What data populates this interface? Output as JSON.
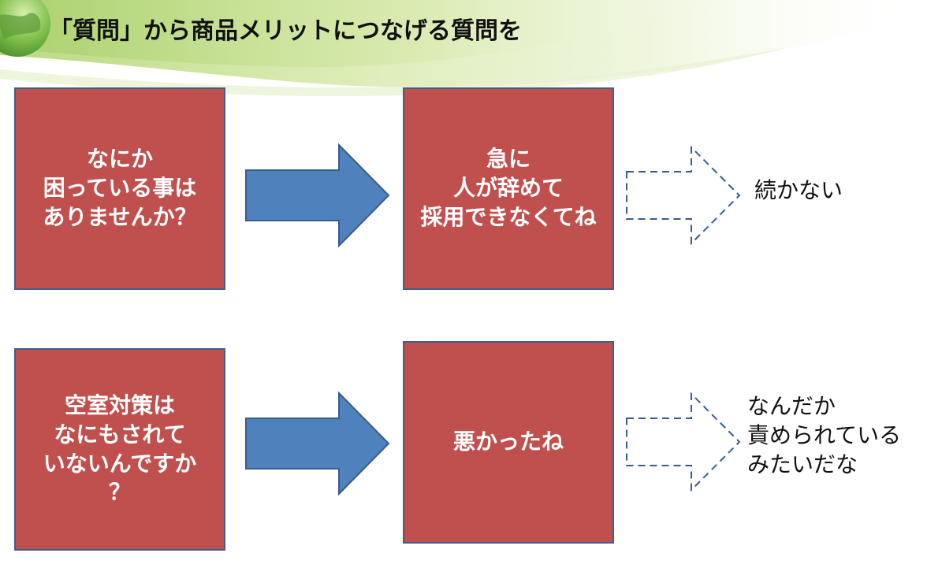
{
  "title": "「質問」から商品メリットにつなげる質問を",
  "colors": {
    "box_fill": "#c0504d",
    "box_border": "#3f5f8a",
    "arrow_fill": "#4f81bd",
    "arrow_border": "#385d8a",
    "dashed_arrow_stroke": "#385d8a"
  },
  "rows": [
    {
      "question_lines": [
        "なにか",
        "困っている事は",
        "ありませんか？"
      ],
      "response_lines": [
        "急に",
        "人が辞めて",
        "採用できなくてね"
      ],
      "outcome_lines": [
        "続かない"
      ]
    },
    {
      "question_lines": [
        "空室対策は",
        "なにもされて",
        "いないんですか",
        "？"
      ],
      "response_lines": [
        "悪かったね"
      ],
      "outcome_lines": [
        "なんだか",
        "責められている",
        "みたいだな"
      ]
    }
  ]
}
